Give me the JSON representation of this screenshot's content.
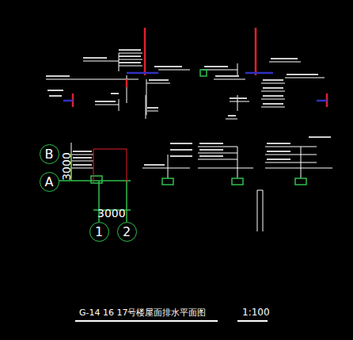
{
  "diagram": {
    "title": "G-14 16 17号楼屋面排水平面图",
    "nodes": [
      {
        "text": [
          "B"
        ]
      },
      {
        "text": [
          "A"
        ]
      },
      {
        "text": [
          "1"
        ]
      },
      {
        "text": [
          "2"
        ]
      }
    ],
    "edges": [],
    "labels": [
      "3000",
      "3000",
      "1:100"
    ]
  }
}
